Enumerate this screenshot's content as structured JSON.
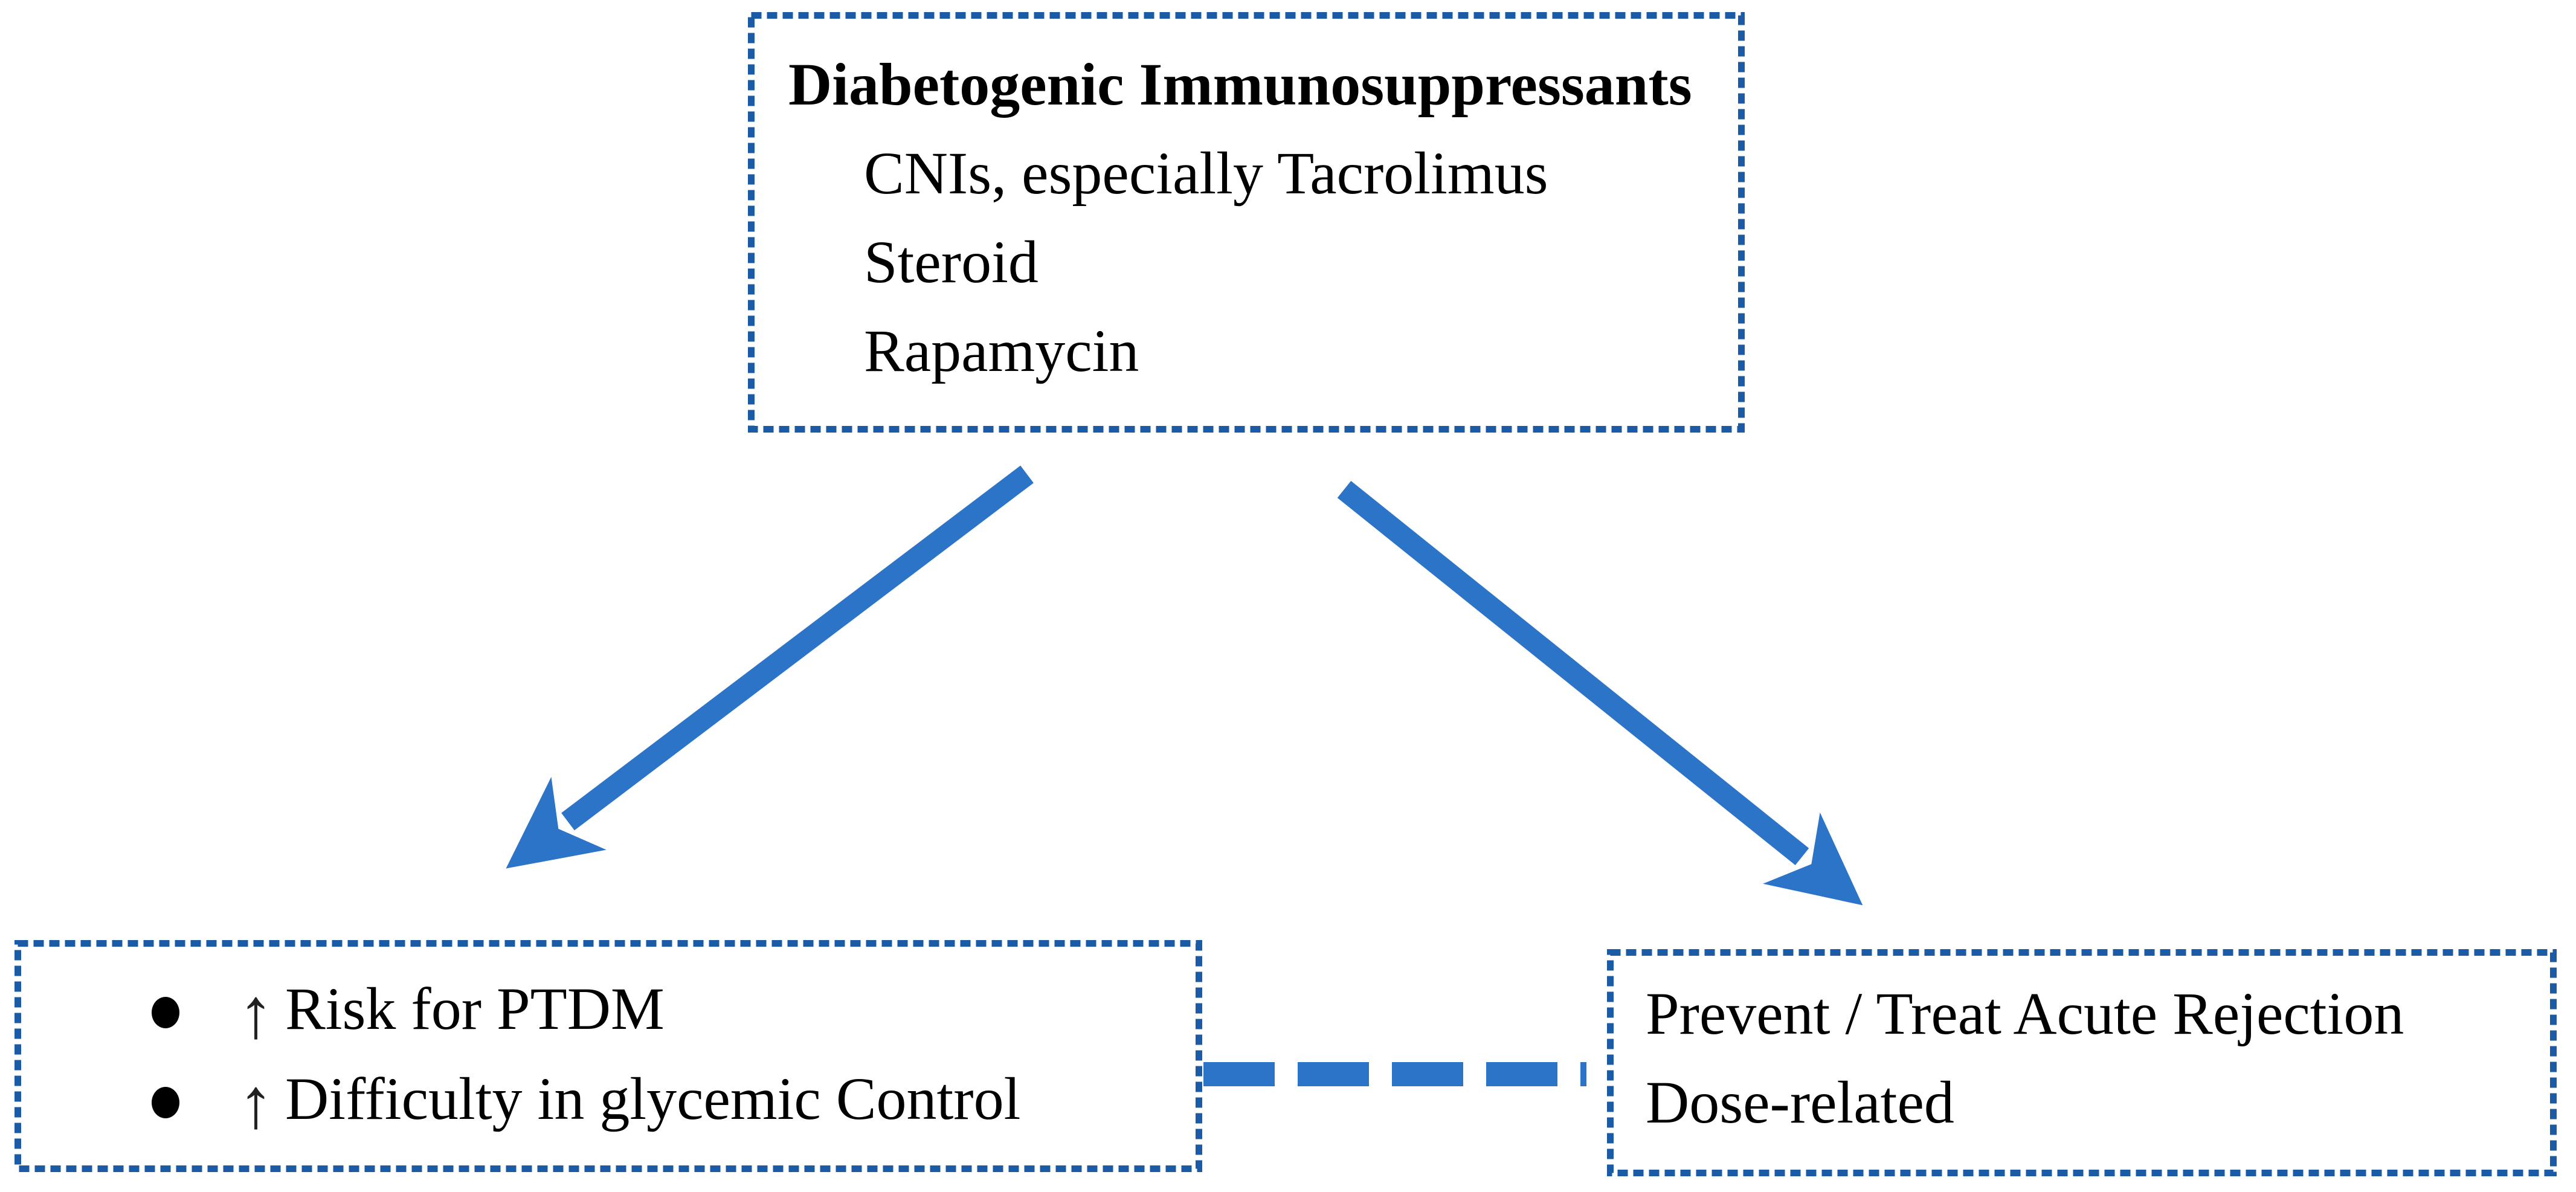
{
  "colors": {
    "background": "#ffffff",
    "box_border_blue": "#1b5aa5",
    "arrow_blue": "#2b74c8",
    "text_black": "#000000"
  },
  "top_box": {
    "title": "Diabetogenic Immunosuppressants",
    "items": [
      "CNIs, especially Tacrolimus",
      "Steroid",
      "Rapamycin"
    ]
  },
  "left_box": {
    "up_arrow_glyph": "↑",
    "items": [
      "Risk for PTDM",
      "Difficulty in glycemic Control"
    ]
  },
  "right_box": {
    "items": [
      "Prevent / Treat Acute Rejection",
      "Dose-related"
    ]
  }
}
